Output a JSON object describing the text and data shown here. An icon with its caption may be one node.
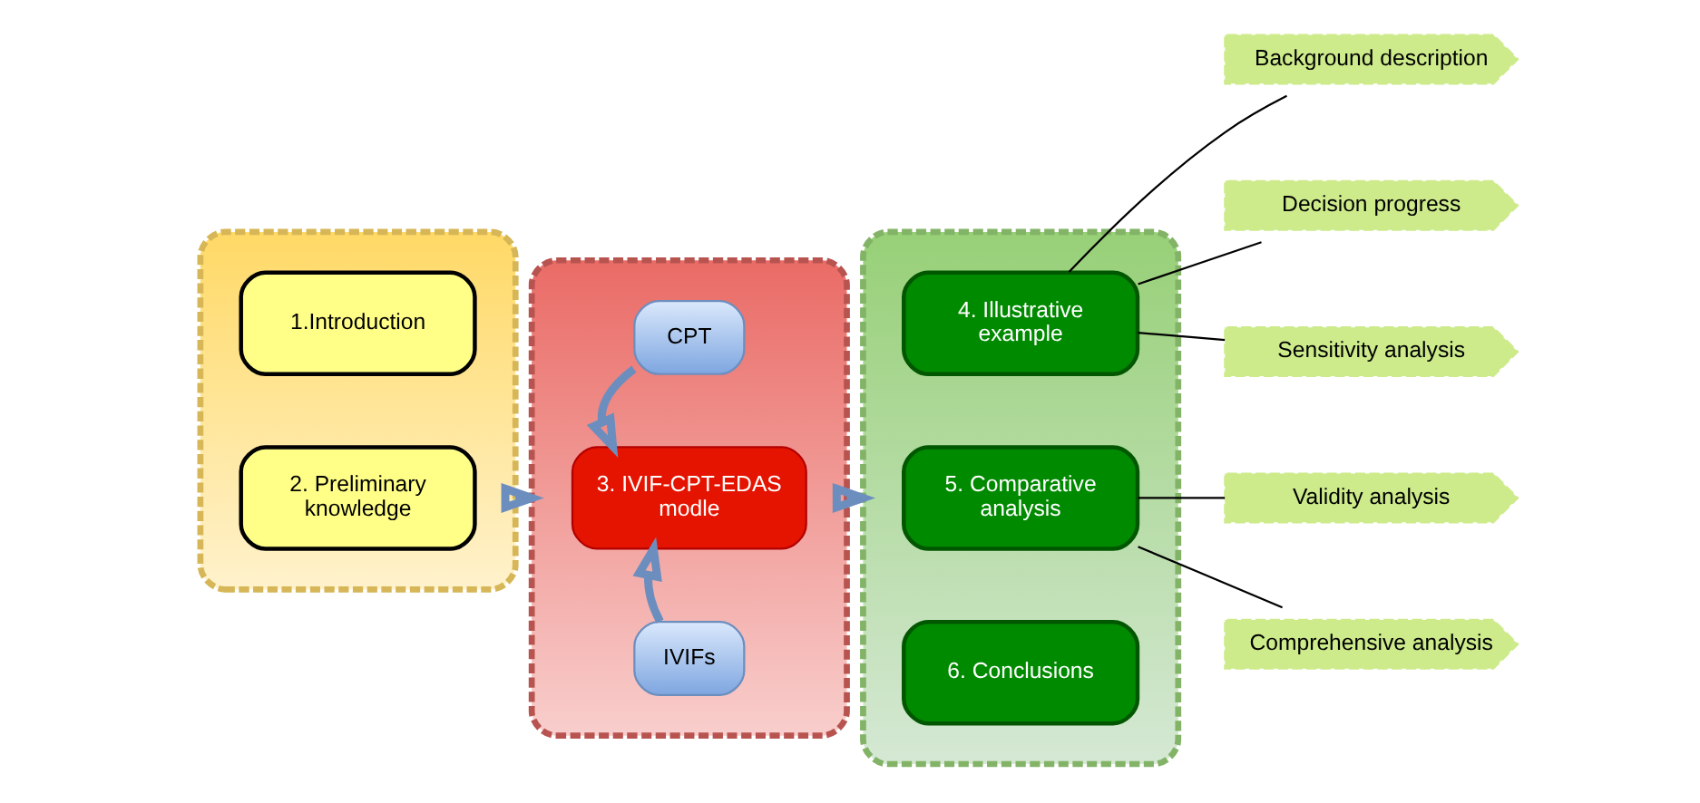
{
  "diagram": {
    "nodes": [
      {
        "text": [],
        "shape": "box"
      },
      {
        "text": [
          "1.Introduction"
        ],
        "in": 0
      },
      {
        "text": [
          "2. Preliminary knowledge"
        ],
        "in": 0
      },
      {
        "text": [],
        "shape": "box"
      },
      {
        "text": [
          "CPT"
        ],
        "in": 3
      },
      {
        "text": [
          "3. IVIF-CPT-EDAS modle"
        ],
        "in": 3
      },
      {
        "text": [
          "IVIFs"
        ],
        "in": 3
      },
      {
        "text": [],
        "shape": "box"
      },
      {
        "text": [
          "4. Illustrative example"
        ],
        "in": 7
      },
      {
        "text": [
          "5. Comparative analysis"
        ],
        "in": 7
      },
      {
        "text": [
          "6. Conclusions"
        ],
        "in": 7
      },
      {
        "text": [
          "Background description"
        ]
      },
      {
        "text": [
          "Decision progress"
        ]
      },
      {
        "text": [
          "Sensitivity analysis"
        ]
      },
      {
        "text": [
          "Validity analysis"
        ]
      },
      {
        "text": [
          "Comprehensive analysis"
        ]
      }
    ],
    "edges": [
      {
        "from": 0,
        "to": 3,
        "arrow": "to",
        "style": "thick",
        "color": "#6c8ebf"
      },
      {
        "from": 3,
        "to": 7,
        "arrow": "to",
        "style": "thick",
        "color": "#6c8ebf"
      },
      {
        "from": 4,
        "to": 5,
        "arrow": "to",
        "style": "thick",
        "color": "#6c8ebf"
      },
      {
        "from": 6,
        "to": 5,
        "arrow": "to",
        "style": "thick",
        "color": "#6c8ebf"
      },
      {
        "from": 8,
        "to": 11,
        "arrow": "none"
      },
      {
        "from": 8,
        "to": 12,
        "arrow": "none"
      },
      {
        "from": 8,
        "to": 13,
        "arrow": "none"
      },
      {
        "from": 9,
        "to": 14,
        "arrow": "none"
      },
      {
        "from": 9,
        "to": 15,
        "arrow": "none"
      }
    ]
  }
}
